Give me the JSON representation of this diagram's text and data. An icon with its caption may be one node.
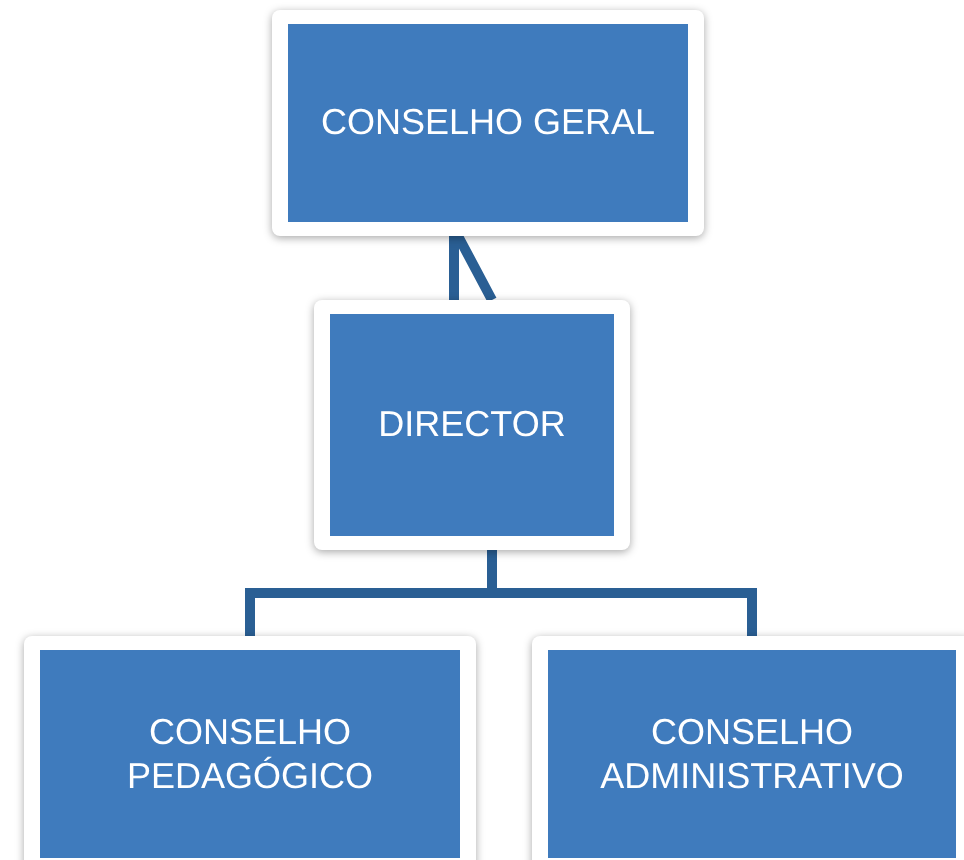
{
  "diagram": {
    "nodes": [
      {
        "text": [
          "CONSELHO GERAL"
        ]
      },
      {
        "text": [
          "DIRECTOR"
        ]
      },
      {
        "text": [
          "CONSELHO PEDAGÓGICO"
        ]
      },
      {
        "text": [
          "CONSELHO ADMINISTRATIVO"
        ]
      }
    ],
    "edges": [
      {
        "from": 1,
        "to": 0,
        "arrow": "none"
      },
      {
        "from": 1,
        "to": 2,
        "arrow": "none"
      },
      {
        "from": 1,
        "to": 3,
        "arrow": "none"
      }
    ]
  }
}
